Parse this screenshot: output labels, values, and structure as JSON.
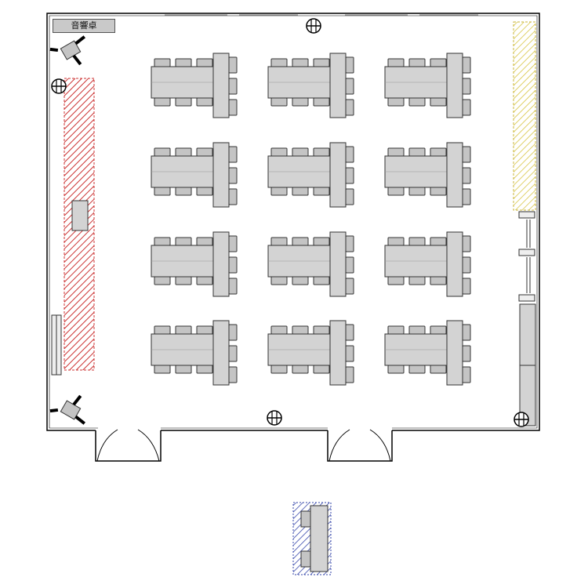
{
  "sound_console": {
    "label": "音響卓"
  },
  "colors": {
    "wall": "#000000",
    "table_fill": "#d3d3d3",
    "chair_fill": "#c4c4c4",
    "stage_hatch": "#cc3333",
    "side_hatch": "#d6c23a",
    "extra_hatch": "#3344aa",
    "outline": "#333333"
  },
  "layout_groups": {
    "rows": 4,
    "columns": 3
  },
  "icons": [
    "speaker-icon",
    "light-icon",
    "door-icon",
    "window-icon"
  ]
}
